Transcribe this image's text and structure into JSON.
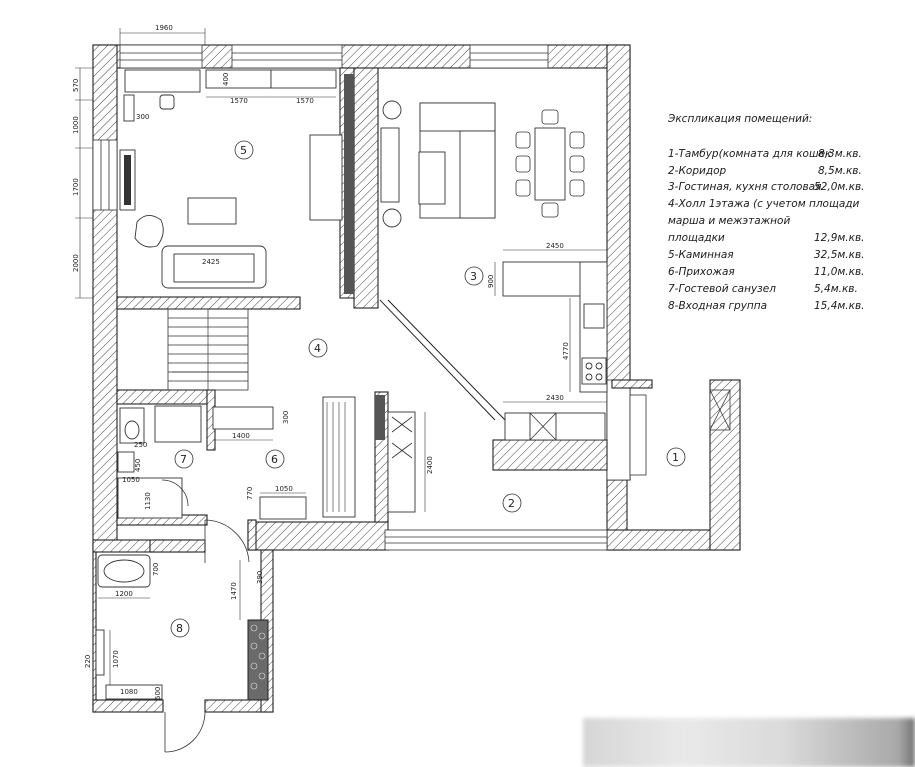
{
  "legend": {
    "title": "Экспликация помещений:",
    "items": [
      {
        "label": "1-Тамбур(комната для кошек",
        "area": "8,3м.кв."
      },
      {
        "label": "2-Коридор",
        "area": "8,5м.кв."
      },
      {
        "label": "3-Гостиная, кухня столовая",
        "area": "52,0м.кв."
      },
      {
        "label": "4-Холл 1этажа (с учетом площади",
        "area": ""
      },
      {
        "label": "марша и межэтажной",
        "area": ""
      },
      {
        "label": "площадки",
        "area": "12,9м.кв."
      },
      {
        "label": "5-Каминная",
        "area": "32,5м.кв."
      },
      {
        "label": "6-Прихожая",
        "area": "11,0м.кв."
      },
      {
        "label": "7-Гостевой санузел",
        "area": "5,4м.кв."
      },
      {
        "label": "8-Входная группа",
        "area": "15,4м.кв."
      }
    ]
  },
  "rooms": [
    "1",
    "2",
    "3",
    "4",
    "5",
    "6",
    "7",
    "8"
  ],
  "dims": {
    "top_width": "1960",
    "left_1": "570",
    "left_2": "1000",
    "left_3": "1700",
    "left_4": "2000",
    "shelf_1": "1570",
    "shelf_2": "1570",
    "shelf_h": "400",
    "chair_off": "300",
    "sofa_w": "2425",
    "kitchen_w": "2450",
    "kitchen_d": "900",
    "kitchen_run": "4770",
    "island_w": "2430",
    "wardrobe_w": "1400",
    "wardrobe_d": "300",
    "closet_h": "2400",
    "bench_w": "1050",
    "bench_h": "770",
    "wc_w": "250",
    "sink_w": "450",
    "shower_w": "1050",
    "shower_h": "1130",
    "bath_w": "1200",
    "bath_h": "700",
    "door_w": "1470",
    "door_side": "390",
    "entry_rack": "1070",
    "entry_small": "220",
    "entry_bench_w": "1080",
    "entry_bench_h": "500"
  }
}
